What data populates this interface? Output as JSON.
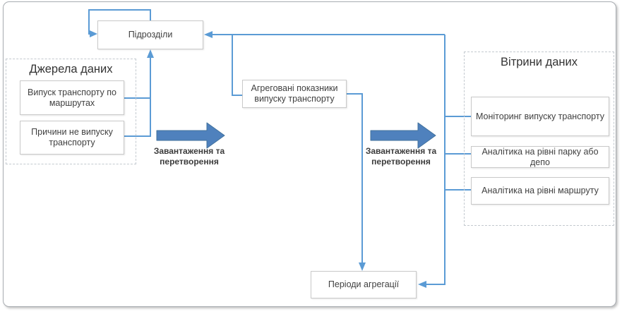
{
  "diagram": {
    "pidrozdily": {
      "label": "Підрозділи"
    },
    "sources": {
      "title": "Джерела даних",
      "items": [
        {
          "label": "Випуск транспорту по маршрутах"
        },
        {
          "label": "Причини не випуску транспорту"
        }
      ]
    },
    "aggregated": {
      "label": "Агреговані показники випуску транспорту"
    },
    "marts": {
      "title": "Вітрини даних",
      "items": [
        {
          "label": "Моніторинг випуску транспорту"
        },
        {
          "label": "Аналітика на рівні парку або депо"
        },
        {
          "label": "Аналітика на рівні маршруту"
        }
      ]
    },
    "periods": {
      "label": "Періоди агрегації"
    },
    "etl_arrows": [
      {
        "label": "Завантаження та перетворення"
      },
      {
        "label": "Завантаження та перетворення"
      }
    ],
    "colors": {
      "connector": "#5b9bd5",
      "etl_arrow_fill": "#4f81bd",
      "etl_arrow_stroke": "#41719c",
      "node_border": "#c9c9c9",
      "group_border": "#c3c9cf",
      "frame_border": "#a9adb2",
      "text": "#404040"
    }
  }
}
